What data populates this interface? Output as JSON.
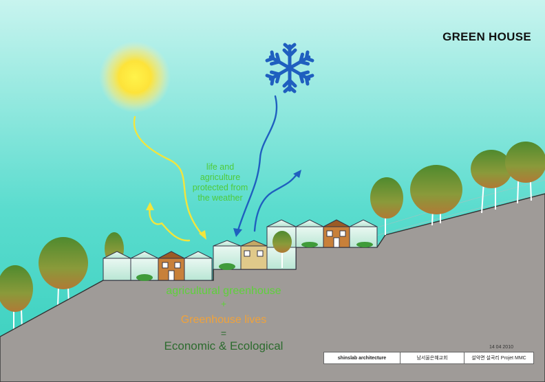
{
  "title": "GREEN HOUSE",
  "caption": {
    "line1": "life and",
    "line2": "agriculture",
    "line3": "protected from",
    "line4": "the weather"
  },
  "equation": {
    "term1": "agricultural greenhouse",
    "plus": "+",
    "term2": "Greenhouse lives",
    "equals": "=",
    "result": "Economic & Ecological"
  },
  "titleblock": {
    "date": "14 04 2010",
    "firm": "shinslab architecture",
    "client": "남서울은혜교회",
    "project": "설악면 설곡리 Projet MMC"
  },
  "icons": {
    "sun": "sun-icon",
    "snow": "snowflake-icon"
  },
  "colors": {
    "sky_top": "#c7f3ef",
    "sky_bottom": "#3fd6c5",
    "ground": "#9f9b98",
    "sun": "#ffe93a",
    "sun_ray": "#f3e53c",
    "cold_flow": "#1f5fbf",
    "caption": "#4ecb3a",
    "greenhouse_glass": "#cde8dc",
    "house": "#c8803a",
    "tree_canopy": "#8a9a3a",
    "equation_green": "#5ed13a",
    "equation_orange": "#f0a23a",
    "equation_dark": "#2c6b2e"
  }
}
